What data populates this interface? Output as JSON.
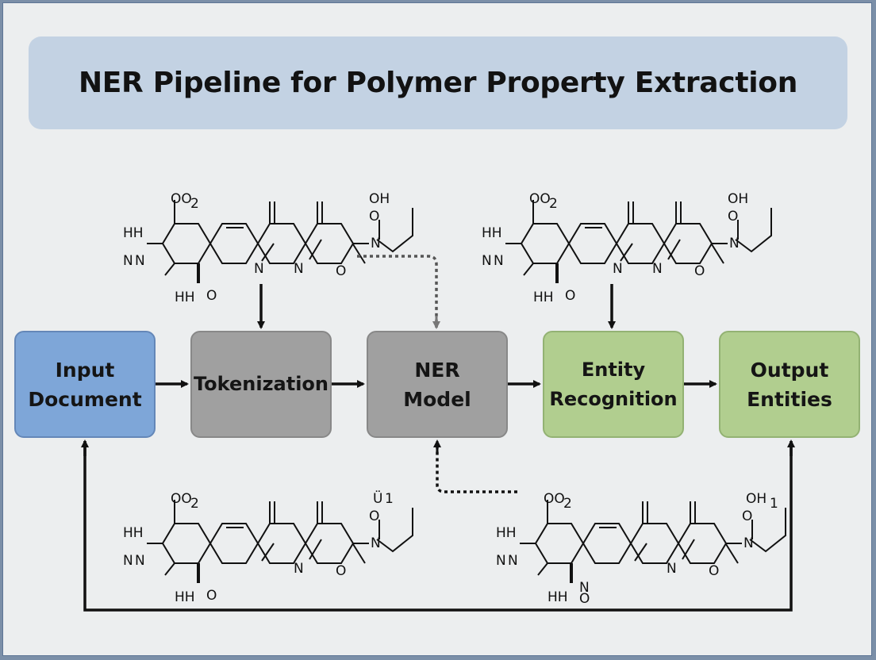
{
  "title": "NER Pipeline for Polymer Property Extraction",
  "boxes": {
    "input": "Input\nDocument",
    "tokenization": "Tokenization",
    "ner_model": "NER\nModel",
    "entity_recognition": "Entity\nRecognition",
    "output": "Output\nEntities"
  },
  "molecule_labels": {
    "oo2": "OO",
    "sub2": "2",
    "hh2n": "HH",
    "n": "N",
    "h2_oh": "OH",
    "oh1": "OH",
    "one": "1",
    "hh": "HH",
    "o": "O",
    "smudge": "Ü"
  },
  "colors": {
    "input_box": "#7ea6d8",
    "process_box": "#a0a0a0",
    "result_box": "#b1ce8f",
    "title_bar": "#c3d2e3",
    "arrow": "#111111",
    "gray_arrow": "#777777"
  }
}
